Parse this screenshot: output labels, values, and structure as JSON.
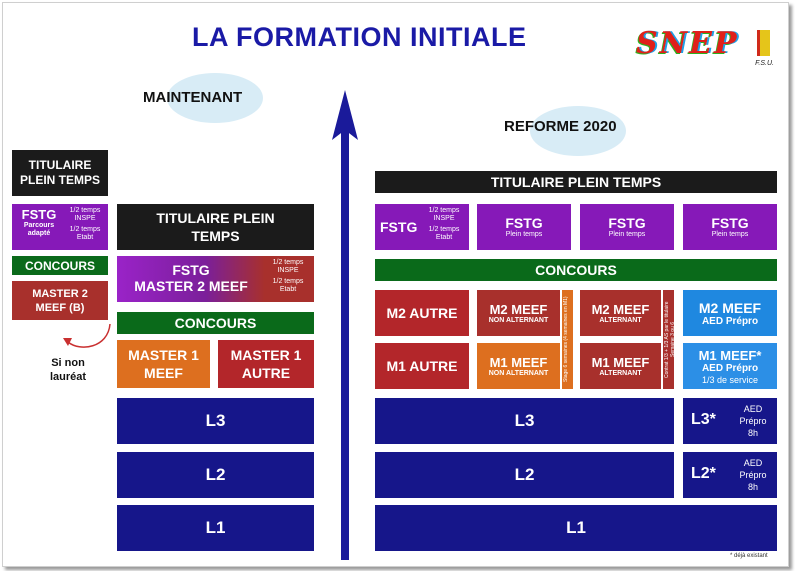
{
  "title": "LA FORMATION INITIALE",
  "logo": {
    "text": "SNEP",
    "sub": "F.S.U."
  },
  "left": {
    "heading": "MAINTENANT",
    "titulaire_small": "TITULAIRE PLEIN TEMPS",
    "fstg_small": {
      "label": "FSTG",
      "sub": "Parcours adapté",
      "detail1": "1/2 temps INSPE",
      "detail2": "1/2 temps Etabt"
    },
    "concours_small": "CONCOURS",
    "master2_small": "MASTER 2 MEEF (B)",
    "si_non": "Si non lauréat",
    "titulaire": "TITULAIRE PLEIN TEMPS",
    "fstg_master": {
      "label": "FSTG",
      "label2": "MASTER 2 MEEF",
      "detail1": "1/2 temps INSPE",
      "detail2": "1/2 temps Etabt"
    },
    "concours": "CONCOURS",
    "master1_meef": "MASTER 1 MEEF",
    "master1_autre": "MASTER 1 AUTRE",
    "l3": "L3",
    "l2": "L2",
    "l1": "L1"
  },
  "right": {
    "heading": "REFORME 2020",
    "titulaire": "TITULAIRE PLEIN TEMPS",
    "fstg1": {
      "label": "FSTG",
      "detail1": "1/2 temps INSPE",
      "detail2": "1/2 temps Etabt"
    },
    "fstg2": {
      "label": "FSTG",
      "sub": "Plein temps"
    },
    "fstg3": {
      "label": "FSTG",
      "sub": "Plein temps"
    },
    "fstg4": {
      "label": "FSTG",
      "sub": "Plein temps"
    },
    "concours": "CONCOURS",
    "m2_autre": "M2 AUTRE",
    "m2_meef_na": {
      "label": "M2 MEEF",
      "sub": "NON ALTERNANT"
    },
    "m2_meef_a": {
      "label": "M2 MEEF",
      "sub": "ALTERNANT"
    },
    "m2_meef_aed": {
      "label": "M2 MEEF",
      "sub": "AED Prépro"
    },
    "m1_autre": "M1 AUTRE",
    "m1_meef_na": {
      "label": "M1 MEEF",
      "sub": "NON ALTERNANT"
    },
    "m1_meef_a": {
      "label": "M1 MEEF",
      "sub": "ALTERNANT"
    },
    "m1_meef_aed": {
      "label": "M1 MEEF*",
      "sub": "AED Prépro",
      "sub2": "1/3 de service"
    },
    "vert1": "Stage 6 semaines (4 semaines en M1)",
    "vert2": "Contrat 1/3 + 1/3 AS par le titulaire Semaine 3 ou 6",
    "l3": "L3",
    "l3_aed": {
      "label": "L3*",
      "sub": "AED Prépro 8h"
    },
    "l2": "L2",
    "l2_aed": {
      "label": "L2*",
      "sub": "AED Prépro 8h"
    },
    "l1": "L1",
    "footnote": "* déjà existant"
  }
}
